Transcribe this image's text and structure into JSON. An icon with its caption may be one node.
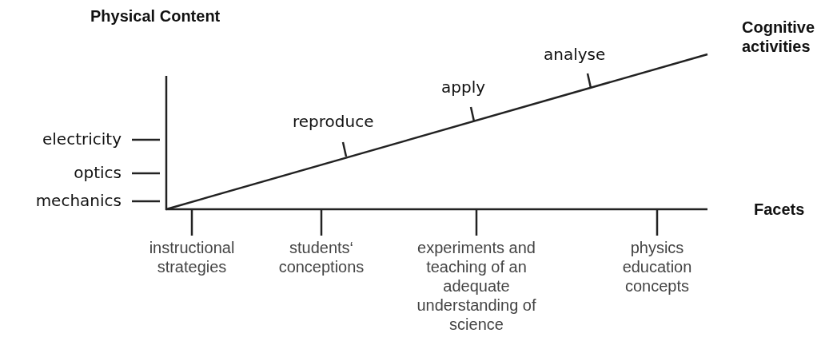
{
  "diagram": {
    "labels": [
      "Physical Content",
      "Cognitive activities",
      "analyse",
      "electricity",
      "apply",
      "optics",
      "reproduce",
      "mechanics",
      "Facets",
      "instructional strategies",
      "students‘ conceptions",
      "experiments and teaching of an adequate understanding of science",
      "physics education concepts"
    ]
  }
}
